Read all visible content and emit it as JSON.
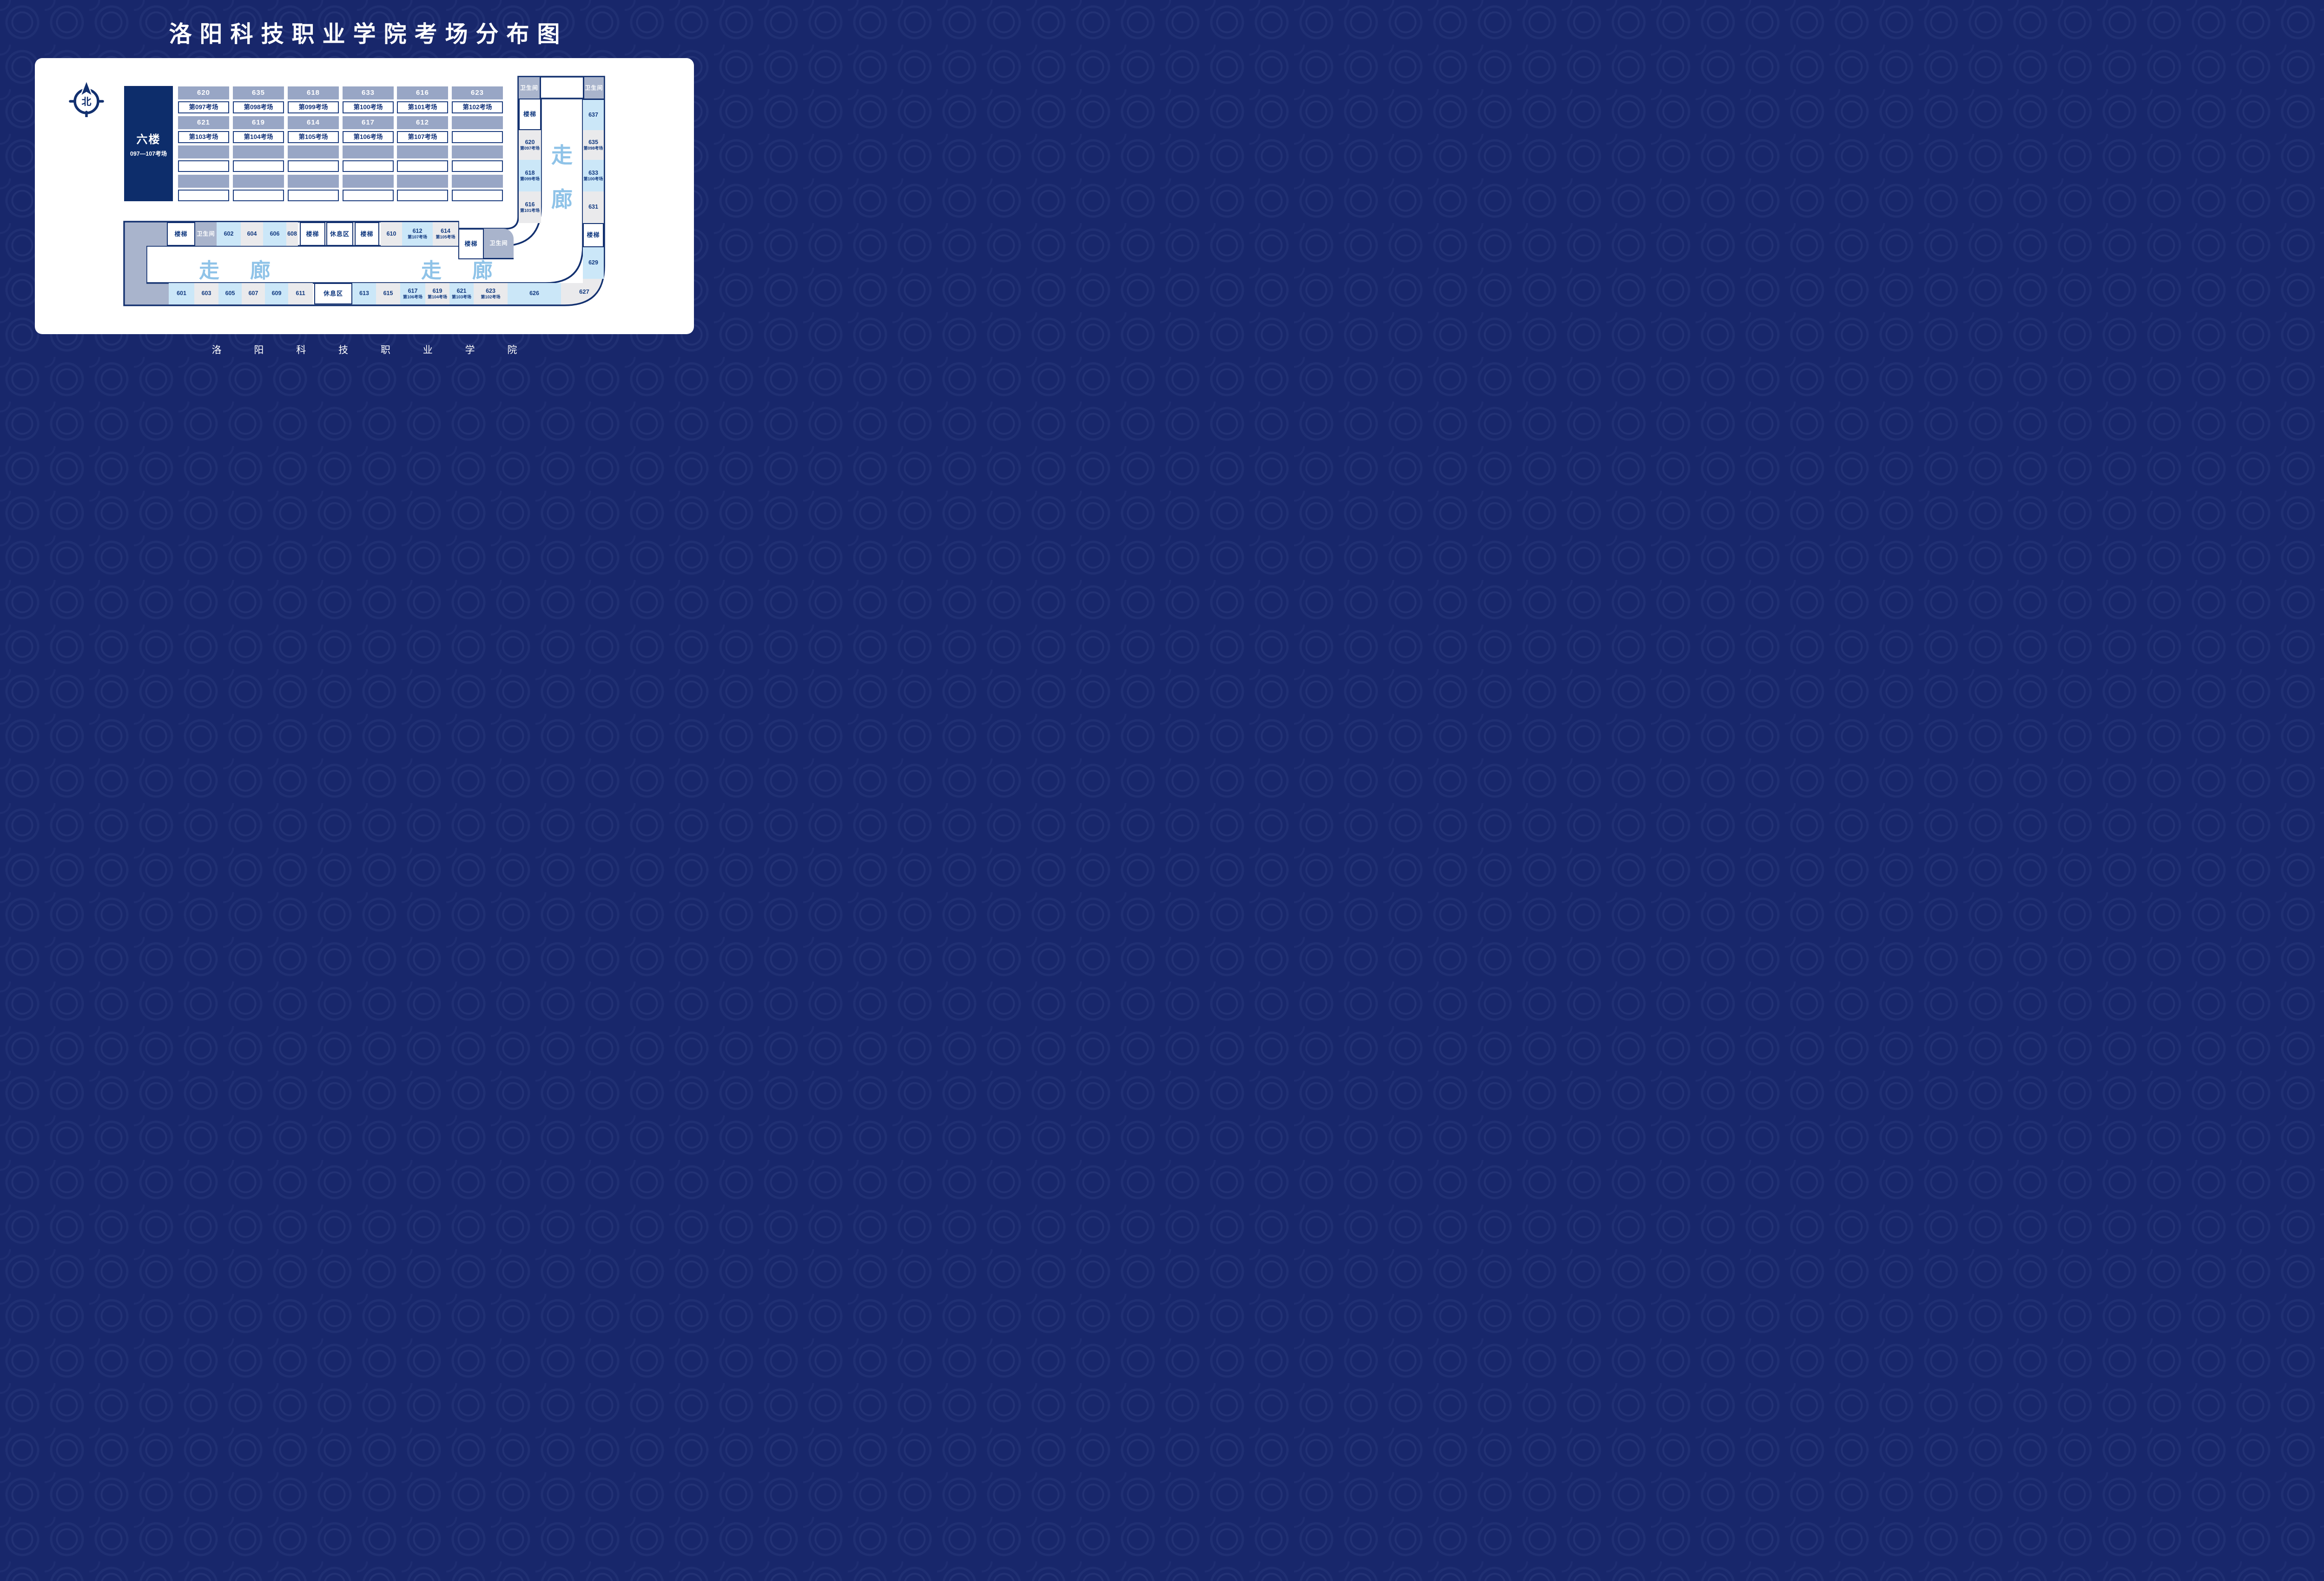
{
  "title": "洛阳科技职业学院考场分布图",
  "footer": "洛 阳 科 技 职 业 学 院",
  "compass": {
    "north_label": "北"
  },
  "floor_block": {
    "floor": "六楼",
    "range": "097—107考场"
  },
  "colors": {
    "background_navy": "#18276B",
    "panel_white": "#FFFFFF",
    "outline_navy": "#12306F",
    "grid_gray": "#98A6C5",
    "restroom_grayblue": "#A9B4CC",
    "room_light_blue": "#CBE7F8",
    "room_light_gray": "#EAEAEC",
    "corridor_text_blue": "#8FC3E8",
    "text_navy": "#123A80"
  },
  "grid": {
    "r1": [
      "620",
      "635",
      "618",
      "633",
      "616",
      "623"
    ],
    "r2": [
      "第097考场",
      "第098考场",
      "第099考场",
      "第100考场",
      "第101考场",
      "第102考场"
    ],
    "r3": [
      "621",
      "619",
      "614",
      "617",
      "612",
      ""
    ],
    "r4": [
      "第103考场",
      "第104考场",
      "第105考场",
      "第106考场",
      "第107考场",
      ""
    ]
  },
  "right_wing": {
    "left": [
      {
        "n": "卫生间"
      },
      {
        "n": "楼梯"
      },
      {
        "n": "620",
        "s": "第097考场"
      },
      {
        "n": "618",
        "s": "第099考场"
      },
      {
        "n": "616",
        "s": "第101考场"
      }
    ],
    "right": [
      {
        "n": "卫生间"
      },
      {
        "n": "637"
      },
      {
        "n": "635",
        "s": "第098考场"
      },
      {
        "n": "633",
        "s": "第100考场"
      },
      {
        "n": "631"
      },
      {
        "n": "楼梯"
      },
      {
        "n": "629"
      },
      {
        "n": "627"
      }
    ]
  },
  "bottom_wing": {
    "top": [
      {
        "n": "楼梯"
      },
      {
        "n": "卫生间"
      },
      {
        "n": "602"
      },
      {
        "n": "604"
      },
      {
        "n": "606"
      },
      {
        "n": "608"
      },
      {
        "n": "楼梯"
      },
      {
        "n": "休息区"
      },
      {
        "n": "楼梯"
      },
      {
        "n": "610"
      },
      {
        "n": "612",
        "s": "第107考场"
      },
      {
        "n": "614",
        "s": "第105考场"
      },
      {
        "n": "楼梯"
      },
      {
        "n": "卫生间"
      }
    ],
    "bot": [
      {
        "n": "601"
      },
      {
        "n": "603"
      },
      {
        "n": "605"
      },
      {
        "n": "607"
      },
      {
        "n": "609"
      },
      {
        "n": "611"
      },
      {
        "n": "休息区"
      },
      {
        "n": "613"
      },
      {
        "n": "615"
      },
      {
        "n": "617",
        "s": "第106考场"
      },
      {
        "n": "619",
        "s": "第104考场"
      },
      {
        "n": "621",
        "s": "第103考场"
      },
      {
        "n": "623",
        "s": "第102考场"
      },
      {
        "n": "626"
      }
    ]
  },
  "corridor": {
    "v1": "走",
    "v2": "廊",
    "h1": "走",
    "h2": "廊",
    "h3": "走",
    "h4": "廊"
  }
}
